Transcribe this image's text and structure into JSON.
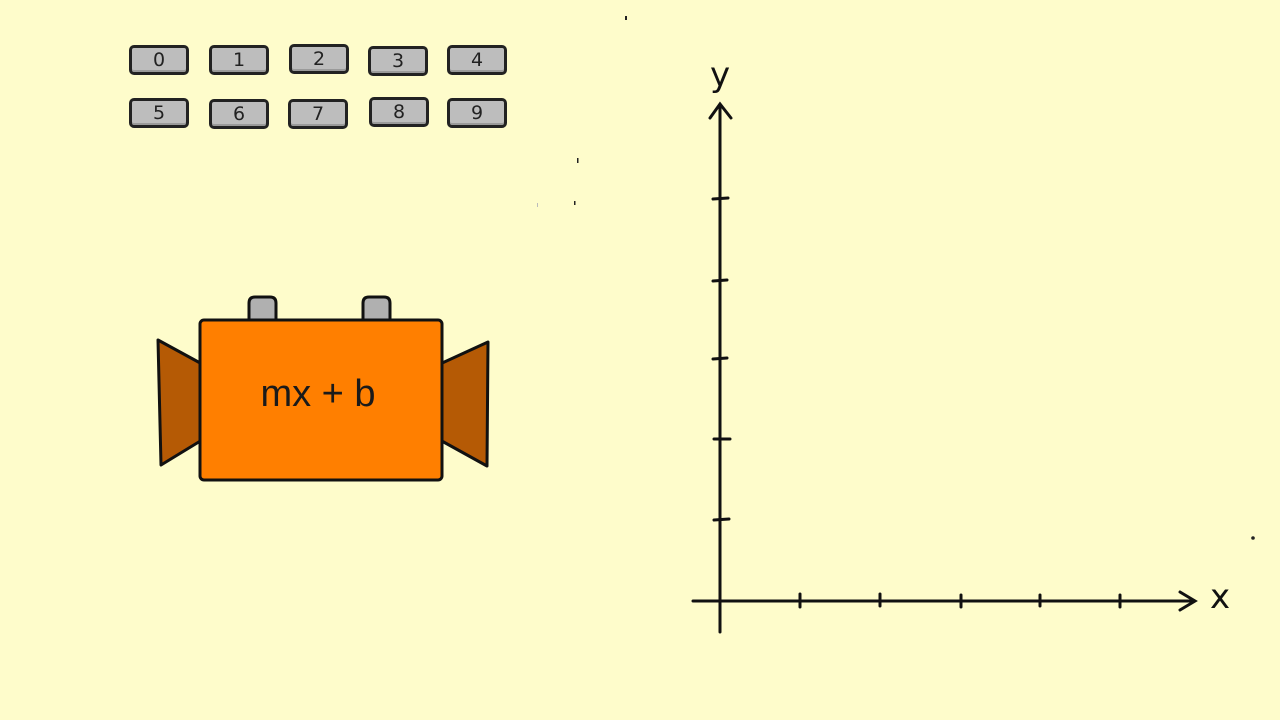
{
  "keypad": {
    "keys": [
      "0",
      "1",
      "2",
      "3",
      "4",
      "5",
      "6",
      "7",
      "8",
      "9"
    ]
  },
  "machine": {
    "label": "mx + b",
    "body_color": "#ff7f00",
    "wing_color": "#b55a05",
    "knob_color": "#b0b0b0"
  },
  "graph": {
    "x_label": "x",
    "y_label": "y",
    "x_ticks": 5,
    "y_ticks": 5
  },
  "colors": {
    "background": "#fefccb",
    "key_fill": "#bdbdbd",
    "outline": "#111111"
  }
}
